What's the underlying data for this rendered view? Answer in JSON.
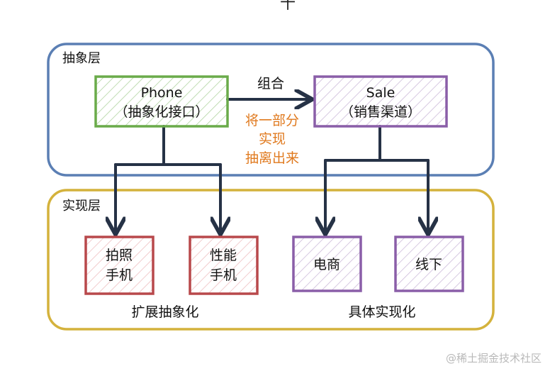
{
  "top_mark": "十",
  "abstract_layer": {
    "label": "抽象层",
    "color": "#5b7fb4"
  },
  "impl_layer": {
    "label": "实现层",
    "color": "#d4b23c"
  },
  "phone_box": {
    "line1": "Phone",
    "line2": "（抽象化接口）",
    "color": "#6aab4a"
  },
  "sale_box": {
    "line1": "Sale",
    "line2": "（销售渠道）",
    "color": "#8a5ea8"
  },
  "combine_label": "组合",
  "note": {
    "line1": "将一部分",
    "line2": "实现",
    "line3": "抽离出来",
    "color": "#e07a1f"
  },
  "camera_phone": {
    "line1": "拍照",
    "line2": "手机",
    "color": "#b8484b"
  },
  "perf_phone": {
    "line1": "性能",
    "line2": "手机",
    "color": "#b8484b"
  },
  "ecommerce": {
    "label": "电商",
    "color": "#8a5ea8"
  },
  "offline": {
    "label": "线下",
    "color": "#8a5ea8"
  },
  "extended_label": "扩展抽象化",
  "concrete_label": "具体实现化",
  "watermark": "@稀土掘金技术社区",
  "arrow_color": "#263246"
}
